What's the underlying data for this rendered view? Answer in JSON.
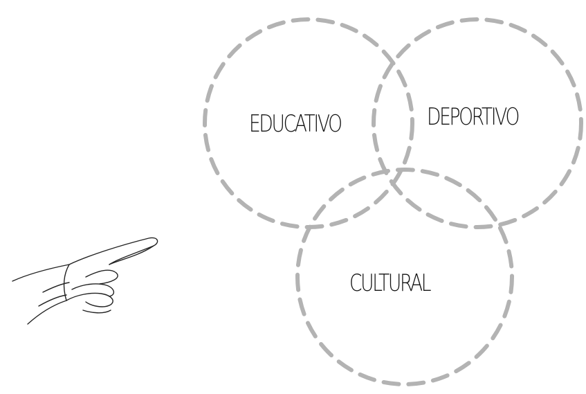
{
  "diagram": {
    "type": "venn",
    "circles": [
      {
        "id": "educativo",
        "label": "EDUCATIVO"
      },
      {
        "id": "deportivo",
        "label": "DEPORTIVO"
      },
      {
        "id": "cultural",
        "label": "CULTURAL"
      }
    ],
    "colors": {
      "circle_stroke": "#b3b3b3",
      "label_text": "#111111",
      "hand_stroke": "#222222",
      "background": "#ffffff"
    },
    "pointer_icon": "pointing-hand-icon"
  }
}
